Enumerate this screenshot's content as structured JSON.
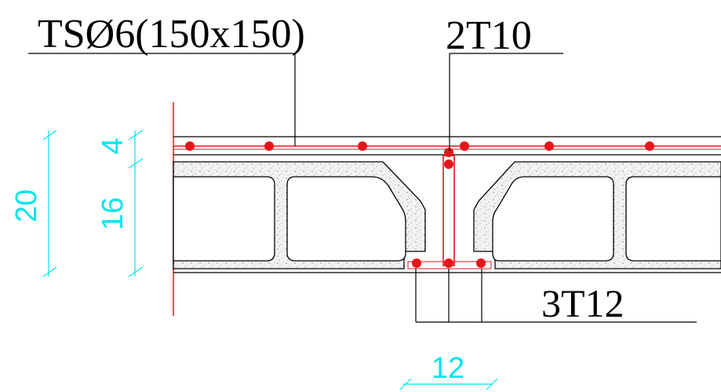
{
  "labels": {
    "mesh": "TSØ6(150x150)",
    "top_bars": "2T10",
    "bottom_bars": "3T12"
  },
  "dimensions": {
    "total_height": "20",
    "topping": "4",
    "block": "16",
    "rib_width": "12"
  },
  "colors": {
    "dimension": "#00e5ee",
    "rebar": "#e8141b",
    "outline": "#000000",
    "concrete_fill": "#efefef"
  }
}
